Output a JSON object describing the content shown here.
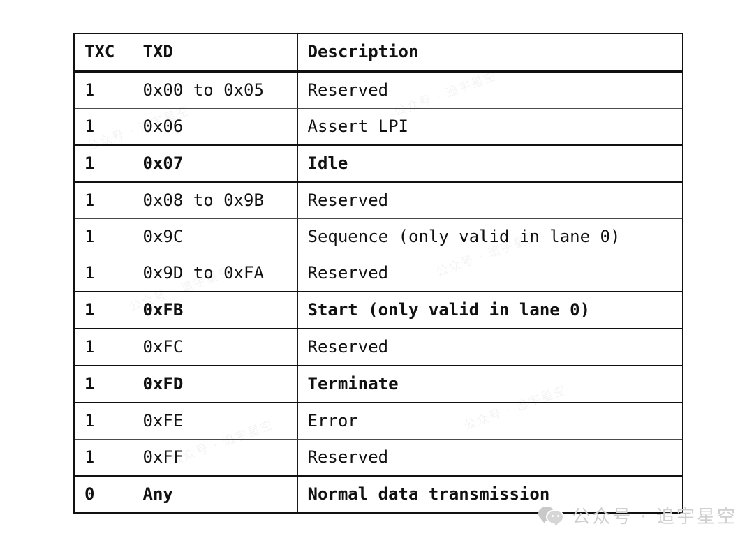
{
  "document": {
    "type": "specification-table",
    "background_color": "#ffffff",
    "text_color": "#111111",
    "border_color": "#1a1a1a"
  },
  "table": {
    "name": "txc-txd-encoding-table",
    "columns": [
      {
        "key": "txc",
        "header": "TXC"
      },
      {
        "key": "txd",
        "header": "TXD"
      },
      {
        "key": "desc",
        "header": "Description"
      }
    ],
    "rows": [
      {
        "txc": "1",
        "txd": "0x00 to 0x05",
        "desc": "Reserved",
        "emphasis": false
      },
      {
        "txc": "1",
        "txd": "0x06",
        "desc": "Assert LPI",
        "emphasis": false
      },
      {
        "txc": "1",
        "txd": "0x07",
        "desc": "Idle",
        "emphasis": true
      },
      {
        "txc": "1",
        "txd": "0x08 to 0x9B",
        "desc": "Reserved",
        "emphasis": false
      },
      {
        "txc": "1",
        "txd": "0x9C",
        "desc": "Sequence (only valid in lane 0)",
        "emphasis": false
      },
      {
        "txc": "1",
        "txd": "0x9D to 0xFA",
        "desc": "Reserved",
        "emphasis": false
      },
      {
        "txc": "1",
        "txd": "0xFB",
        "desc": "Start (only valid in lane 0)",
        "emphasis": true
      },
      {
        "txc": "1",
        "txd": "0xFC",
        "desc": "Reserved",
        "emphasis": false
      },
      {
        "txc": "1",
        "txd": "0xFD",
        "desc": "Terminate",
        "emphasis": true
      },
      {
        "txc": "1",
        "txd": "0xFE",
        "desc": "Error",
        "emphasis": false
      },
      {
        "txc": "1",
        "txd": "0xFF",
        "desc": "Reserved",
        "emphasis": false
      },
      {
        "txc": "0",
        "txd": "Any",
        "desc": "Normal data transmission",
        "emphasis": true
      }
    ]
  },
  "watermark": {
    "icon": "wechat-bubbles-icon",
    "text": "公众号 · 追宇星空",
    "color": "#cfcfcf",
    "background_repeats": [
      "公众号 · 追宇星空",
      "公众号 · 追宇星空",
      "公众号 · 追宇星空",
      "公众号 · 追宇星空",
      "公众号 · 追宇星空",
      "公众号 · 追宇星空"
    ]
  }
}
